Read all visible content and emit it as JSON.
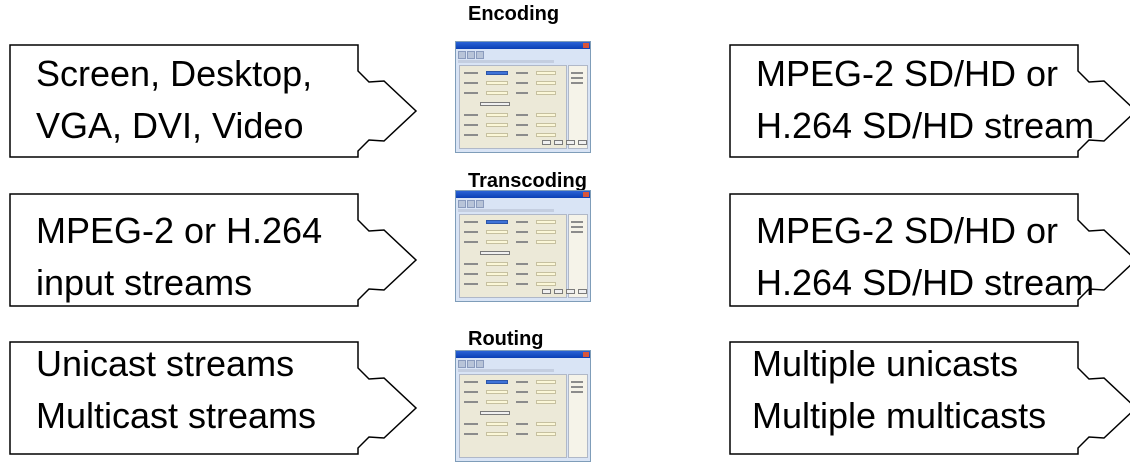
{
  "rows": [
    {
      "title": "Encoding",
      "input_lines": [
        "Screen, Desktop,",
        "VGA, DVI, Video"
      ],
      "output_lines": [
        "MPEG-2 SD/HD or",
        "H.264 SD/HD stream"
      ]
    },
    {
      "title": "Transcoding",
      "input_lines": [
        "MPEG-2 or H.264",
        "input streams"
      ],
      "output_lines": [
        "MPEG-2 SD/HD or",
        "H.264 SD/HD stream"
      ]
    },
    {
      "title": "Routing",
      "input_lines": [
        "Unicast streams",
        "Multicast streams"
      ],
      "output_lines": [
        "Multiple unicasts",
        "Multiple multicasts"
      ]
    }
  ]
}
